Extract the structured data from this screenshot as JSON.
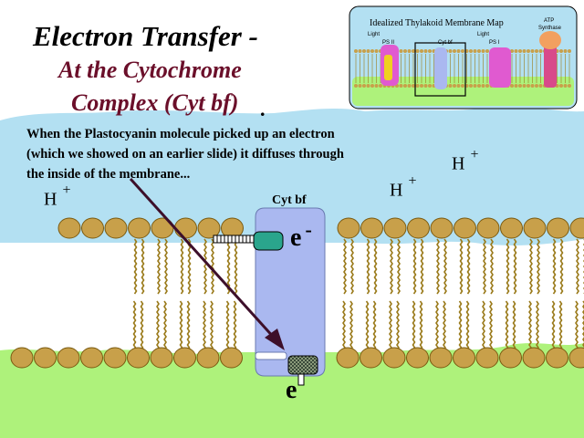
{
  "title": {
    "line1": "Electron Transfer -",
    "line2": "At the Cytochrome",
    "line3": "Complex (Cyt bf)",
    "period": "."
  },
  "description": {
    "line1": "When the Plastocyanin molecule picked up an electron",
    "line2": "(which we showed on an earlier slide) it diffuses through",
    "line3": "the inside of the membrane..."
  },
  "labels": {
    "proton": "H",
    "proton_charge": "+",
    "complex": "Cyt bf",
    "electron_top": "e",
    "electron_top_charge": "-",
    "electron_bottom": "e"
  },
  "inset": {
    "title": "Idealized Thylakoid Membrane Map",
    "ps2": "PS II",
    "light1": "Light",
    "cytbf": "Cyt bf",
    "light2": "Light",
    "ps1": "PS I",
    "atp": "ATP",
    "synthase": "Synthase"
  },
  "colors": {
    "stroma": "#b3e0f2",
    "lumen": "#aef27b",
    "lipid_head": "#c8a04a",
    "lipid_tail": "#9a7a1a",
    "protein": "#aab8f0",
    "plastocyanin": "#2aa58c",
    "arrow": "#3d0f2a",
    "title_red": "#6b0f2a"
  }
}
